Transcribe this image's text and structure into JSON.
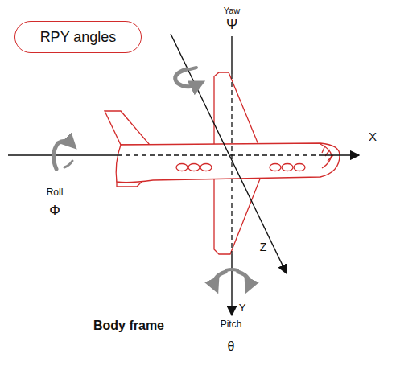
{
  "diagram": {
    "nodes": [
      {
        "text": [
          "RPY angles"
        ]
      }
    ],
    "edges": [],
    "labels": [
      "Yaw",
      "Ψ",
      "X",
      "Roll",
      "Φ",
      "Z",
      "Y",
      "Pitch",
      "θ",
      "Body frame"
    ]
  }
}
